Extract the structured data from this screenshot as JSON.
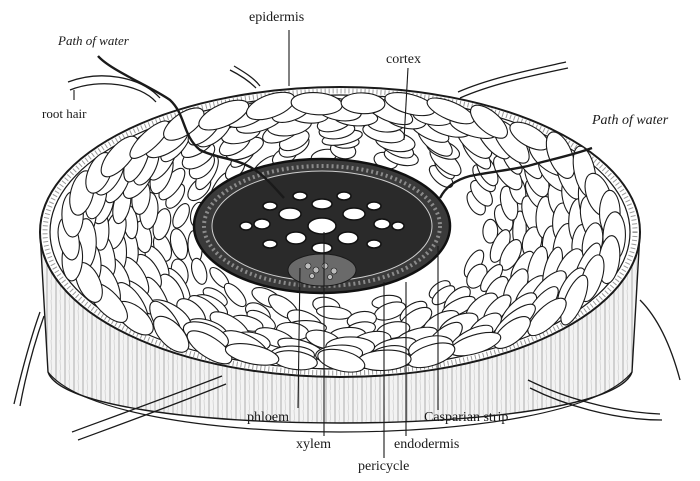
{
  "labels": {
    "epidermis": "epidermis",
    "cortex": "cortex",
    "path_of_water_left": "Path of water",
    "path_of_water_right": "Path of water",
    "root_hair": "root hair",
    "phloem": "phloem",
    "xylem": "xylem",
    "pericycle": "pericycle",
    "endodermis": "endodermis",
    "casparian_strip": "Casparian strip"
  },
  "colors": {
    "ink": "#1a1a1a",
    "cell_fill": "#ffffff",
    "stele_dark": "#2a2a2a",
    "side_shade": "#e8e8e8"
  }
}
